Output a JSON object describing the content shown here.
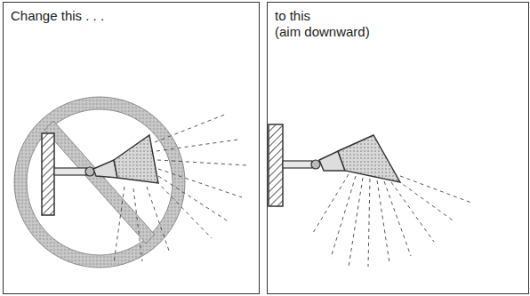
{
  "diagram": {
    "nodes": [
      {
        "text": [
          "Change this . . ."
        ]
      },
      {
        "text": [
          "to this",
          "(aim downward)"
        ]
      }
    ]
  }
}
